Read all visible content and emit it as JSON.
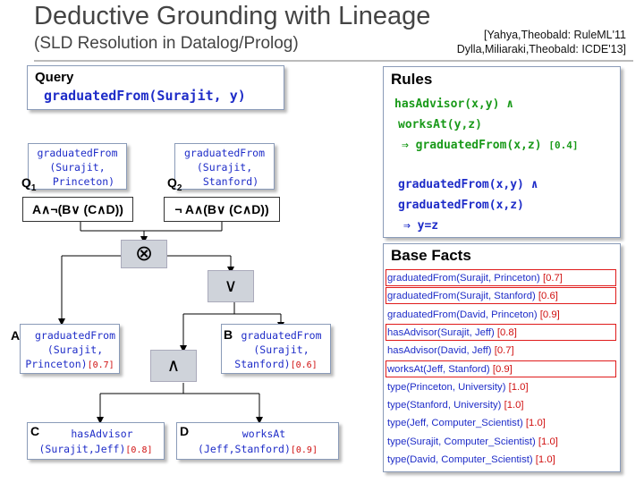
{
  "title": "Deductive Grounding with Lineage",
  "subtitle": "(SLD Resolution in Datalog/Prolog)",
  "references": [
    "[Yahya,Theobald: RuleML'11",
    "Dylla,Miliaraki,Theobald: ICDE'13]"
  ],
  "query": {
    "label": "Query",
    "text": "graduatedFrom(Surajit, y)"
  },
  "q1": {
    "label": "Q",
    "sub": "1",
    "lines": [
      "graduatedFrom",
      "(Surajit,",
      "Princeton)"
    ],
    "formula": "A∧¬(B∨ (C∧D))"
  },
  "q2": {
    "label": "Q",
    "sub": "2",
    "lines": [
      "graduatedFrom",
      "(Surajit,",
      "Stanford)"
    ],
    "formula": "¬ A∧(B∨ (C∧D))"
  },
  "ops": {
    "xor": "⊗",
    "or": "∨",
    "and": "∧"
  },
  "nodeA": {
    "label": "A",
    "lines": [
      "graduatedFrom",
      "(Surajit,",
      "Princeton)"
    ],
    "weight": "[0.7]"
  },
  "nodeB": {
    "label": "B",
    "lines": [
      "graduatedFrom",
      "(Surajit,",
      "Stanford)"
    ],
    "weight": "[0.6]"
  },
  "nodeC": {
    "label": "C",
    "lines": [
      "hasAdvisor",
      "(Surajit,Jeff)"
    ],
    "weight": "[0.8]"
  },
  "nodeD": {
    "label": "D",
    "lines": [
      "worksAt",
      "(Jeff,Stanford)"
    ],
    "weight": "[0.9]"
  },
  "rules": {
    "heading": "Rules",
    "rule1": {
      "l1": "hasAdvisor(x,y) ∧",
      "l2": "worksAt(y,z)",
      "arrow": "⇒",
      "l3": "graduatedFrom(x,z)",
      "weight": "[0.4]"
    },
    "rule2": {
      "l1": "graduatedFrom(x,y) ∧",
      "l2": "graduatedFrom(x,z)",
      "arrow": "⇒",
      "l3": "y=z"
    }
  },
  "facts": {
    "heading": "Base Facts",
    "items": [
      {
        "text": "graduatedFrom(Surajit, Princeton)",
        "weight": "[0.7]",
        "highlight": true
      },
      {
        "text": "graduatedFrom(Surajit, Stanford)",
        "weight": "[0.6]",
        "highlight": true
      },
      {
        "text": "graduatedFrom(David, Princeton)",
        "weight": "[0.9]",
        "highlight": false
      },
      {
        "text": "hasAdvisor(Surajit, Jeff)",
        "weight": "[0.8]",
        "highlight": true
      },
      {
        "text": "hasAdvisor(David, Jeff)",
        "weight": "[0.7]",
        "highlight": false
      },
      {
        "text": "worksAt(Jeff, Stanford)",
        "weight": "[0.9]",
        "highlight": true
      },
      {
        "text": "type(Princeton, University)",
        "weight": "[1.0]",
        "highlight": false
      },
      {
        "text": "type(Stanford, University)",
        "weight": "[1.0]",
        "highlight": false
      },
      {
        "text": "type(Jeff, Computer_Scientist)",
        "weight": "[1.0]",
        "highlight": false
      },
      {
        "text": "type(Surajit, Computer_Scientist)",
        "weight": "[1.0]",
        "highlight": false
      },
      {
        "text": "type(David, Computer_Scientist)",
        "weight": "[1.0]",
        "highlight": false
      }
    ]
  },
  "colors": {
    "blue": "#1e2cc8",
    "green": "#1a9a1a",
    "red": "#d01010",
    "highlight": "#e01b1b"
  }
}
